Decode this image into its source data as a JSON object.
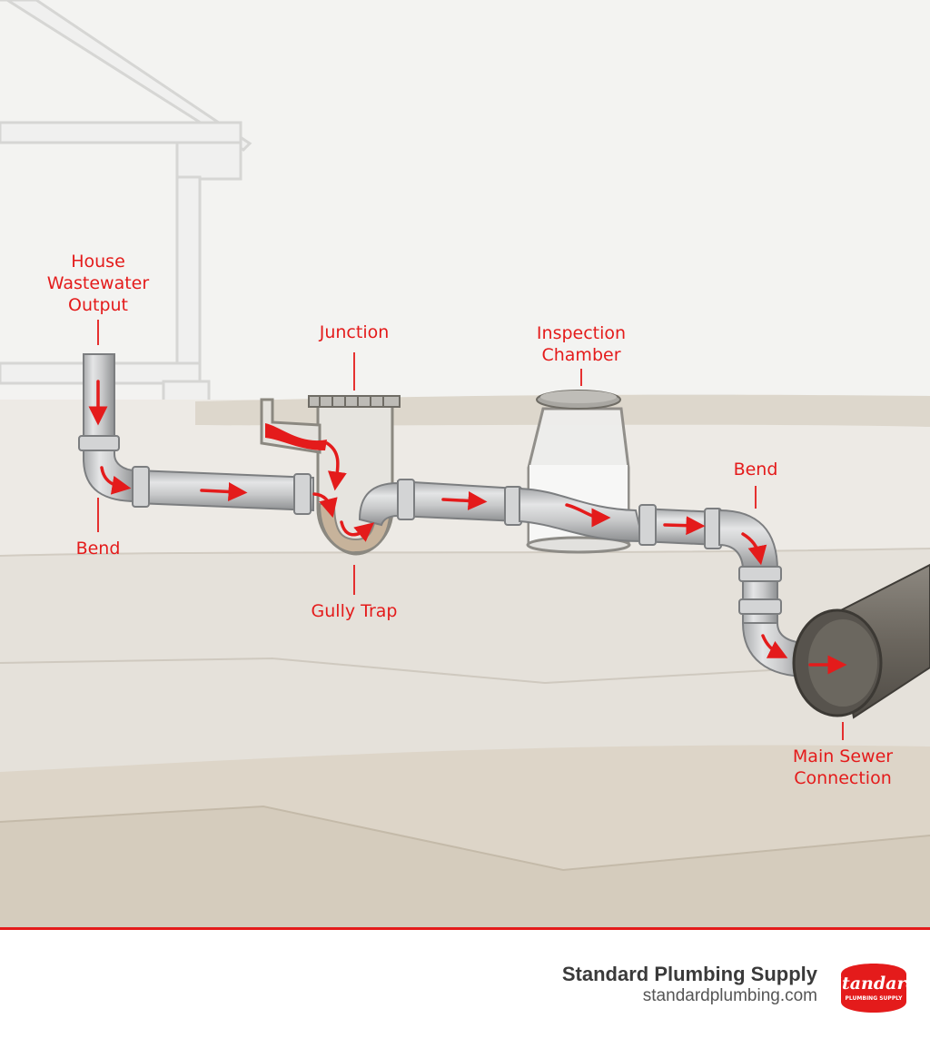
{
  "labels": {
    "house_output": "House\nWastewater\nOutput",
    "bend_left": "Bend",
    "junction": "Junction",
    "gully_trap": "Gully Trap",
    "inspection_chamber": "Inspection\nChamber",
    "bend_right": "Bend",
    "main_sewer": "Main Sewer\nConnection"
  },
  "footer": {
    "brand_name": "Standard Plumbing Supply",
    "brand_url": "standardplumbing.com",
    "logo_text": "Standard",
    "logo_subtext": "PLUMBING SUPPLY"
  },
  "colors": {
    "accent": "#e41b1b",
    "pipe": "#c9cacb",
    "sewer_pipe": "#6e6a64",
    "soil_light": "#ede9e3",
    "soil_dark": "#cfc6b8"
  }
}
